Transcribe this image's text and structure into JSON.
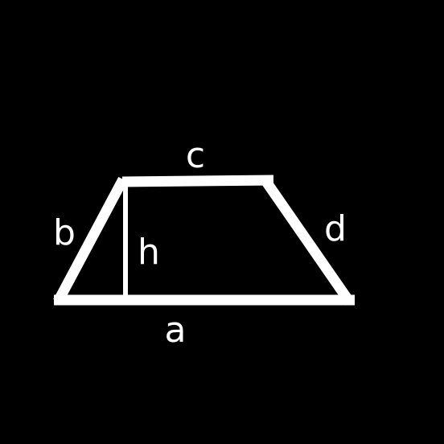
{
  "diagram": {
    "shape": "trapezoid",
    "labels": {
      "top": "c",
      "bottom": "a",
      "left": "b",
      "right": "d",
      "height": "h"
    },
    "colors": {
      "background": "#000000",
      "stroke": "#ffffff",
      "text": "#ffffff"
    }
  }
}
